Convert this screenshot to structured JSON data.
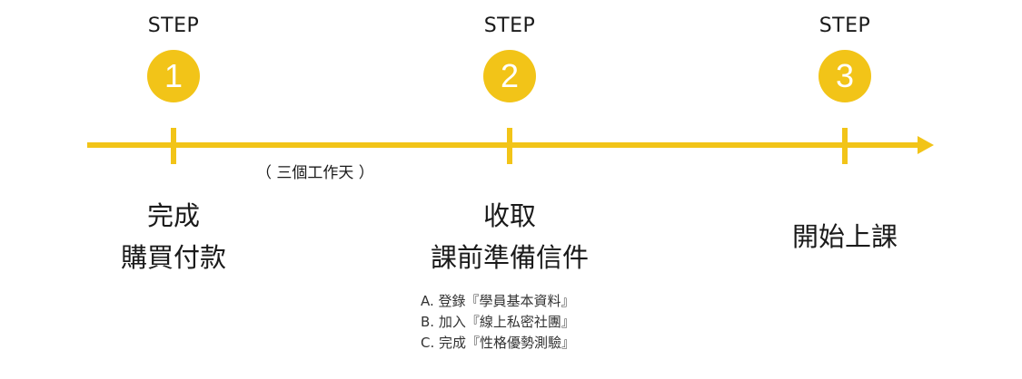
{
  "colors": {
    "accent": "#f2c418",
    "text": "#1a1a1a"
  },
  "steps": [
    {
      "label": "STEP",
      "number": "1",
      "title_lines": [
        "完成",
        "購買付款"
      ]
    },
    {
      "label": "STEP",
      "number": "2",
      "title_lines": [
        "收取",
        "課前準備信件"
      ],
      "sub_items": [
        "A. 登錄『學員基本資料』",
        "B. 加入『線上私密社團』",
        "C. 完成『性格優勢測驗』"
      ]
    },
    {
      "label": "STEP",
      "number": "3",
      "title_lines": [
        "開始上課"
      ]
    }
  ],
  "interval_note": "（ 三個工作天 ）"
}
